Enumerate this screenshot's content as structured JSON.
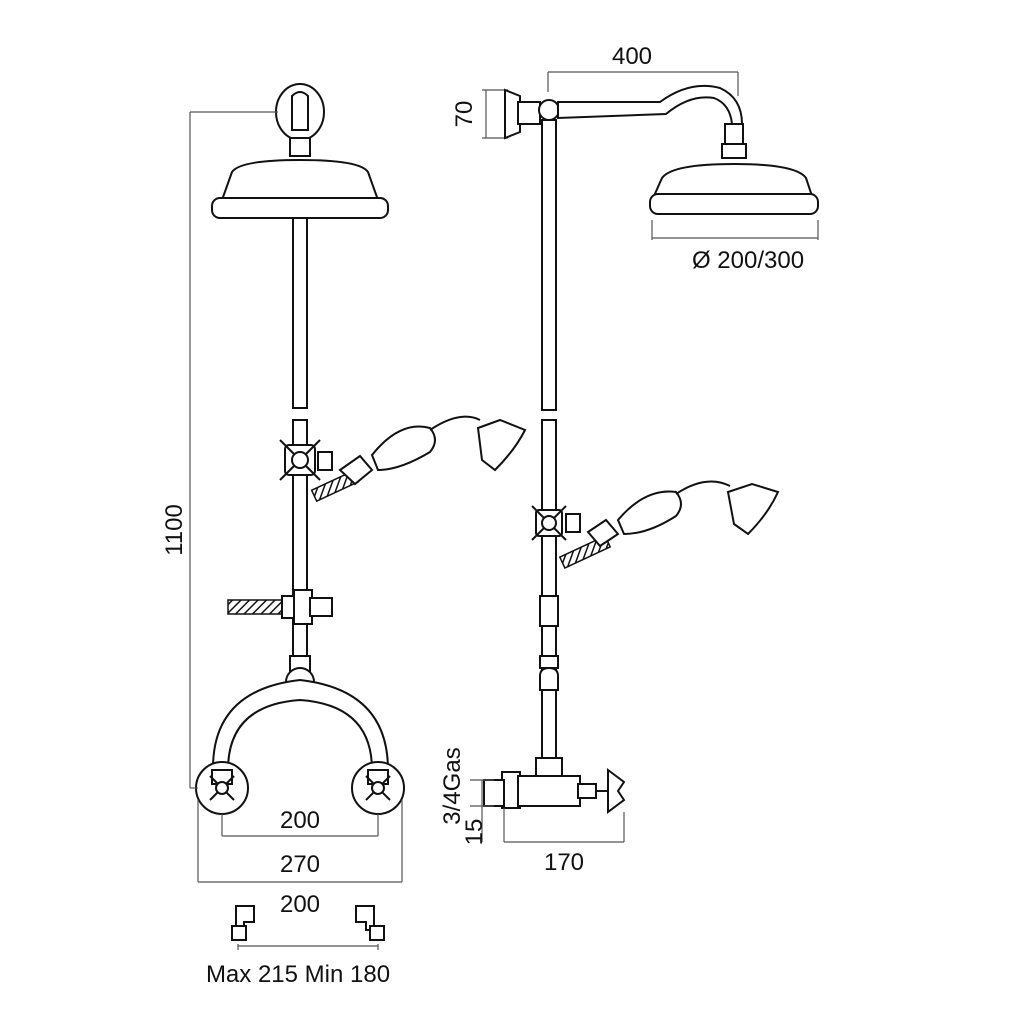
{
  "dimensions": {
    "height_total": "1100",
    "arm_length": "400",
    "wall_offset": "70",
    "head_diameter": "Ø  200/300",
    "inlet_centres": "200",
    "overall_width": "270",
    "eccentric_centres": "200",
    "eccentric_range": "Max 215 Min 180",
    "inlet_thread": "3/4Gas",
    "inlet_depth": "15",
    "projection": "170"
  },
  "icons": {
    "front_view": "shower-front-view-drawing",
    "side_view": "shower-side-view-drawing",
    "eccentric": "eccentric-connector-drawing"
  }
}
